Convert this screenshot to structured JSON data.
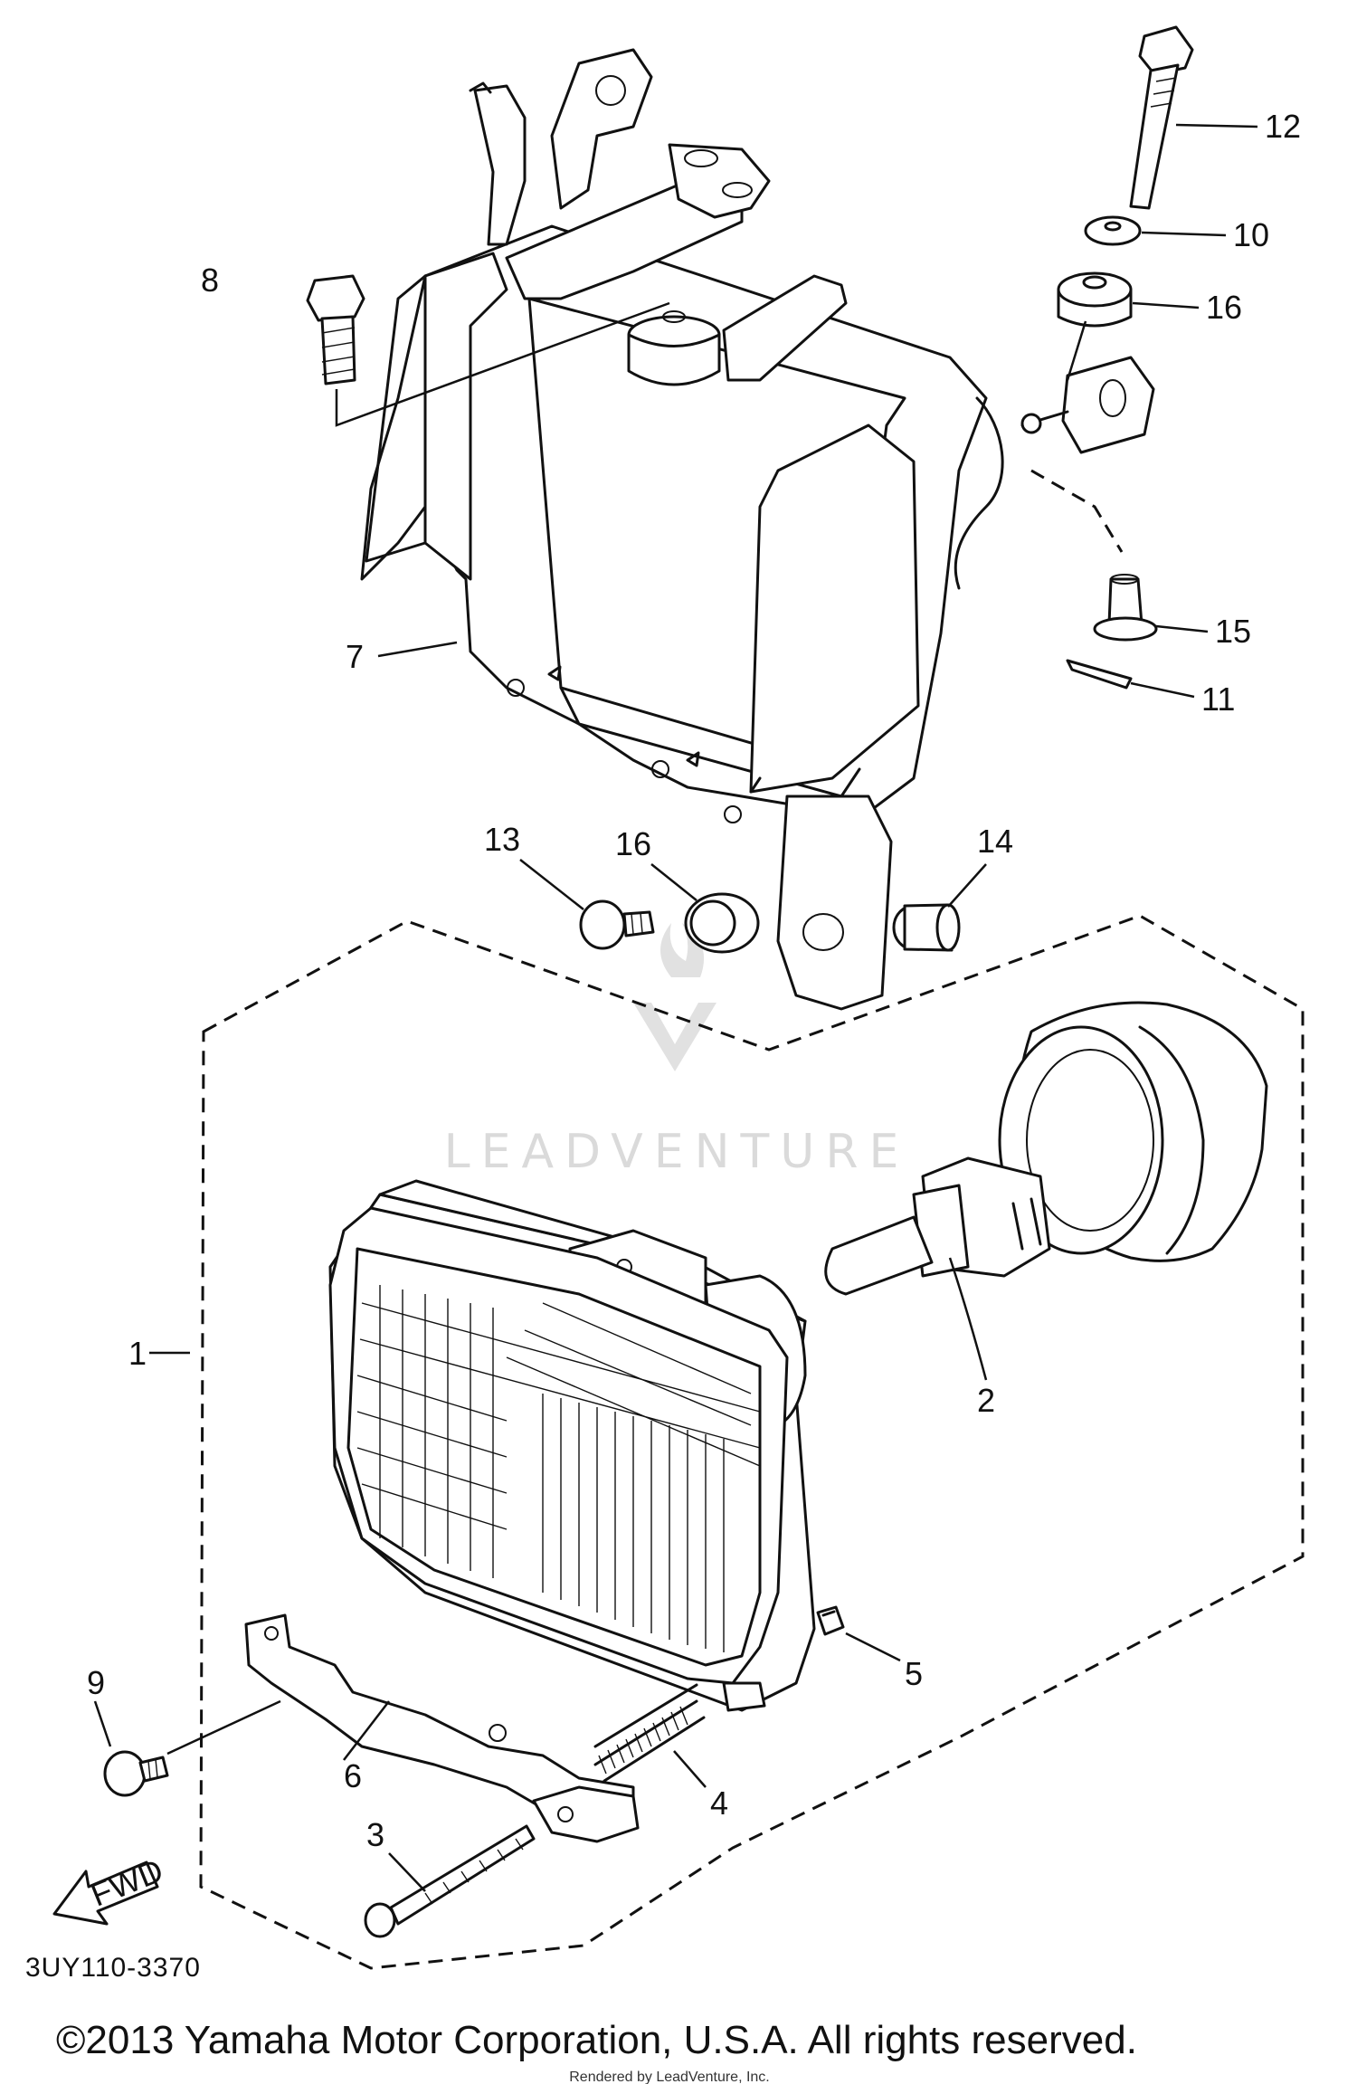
{
  "diagram": {
    "callouts": {
      "c1": "1",
      "c2": "2",
      "c3": "3",
      "c4": "4",
      "c5": "5",
      "c6": "6",
      "c7": "7",
      "c8": "8",
      "c9": "9",
      "c10": "10",
      "c11": "11",
      "c12": "12",
      "c13": "13",
      "c14": "14",
      "c15": "15",
      "c16a": "16",
      "c16b": "16"
    },
    "fwd_label": "FWD",
    "watermark": "LEADVENTURE",
    "render_credit": "Rendered by LeadVenture, Inc."
  },
  "footer": {
    "ref_code": "3UY110-3370",
    "copyright": "©2013 Yamaha Motor Corporation, U.S.A. All rights reserved."
  }
}
